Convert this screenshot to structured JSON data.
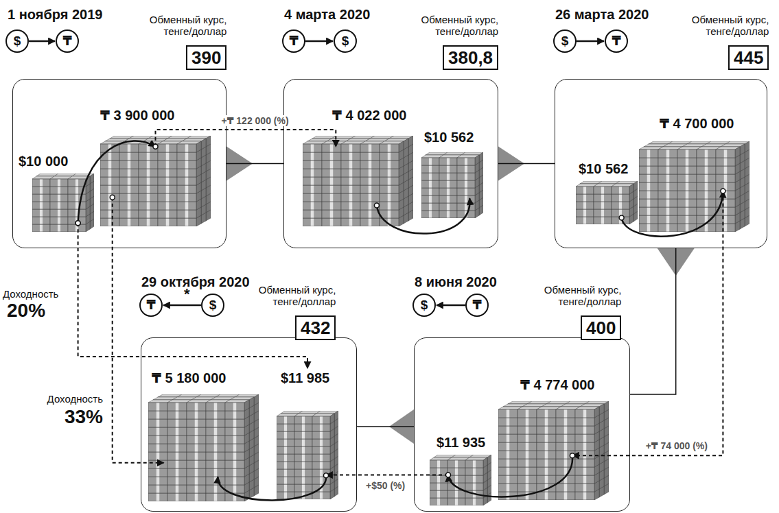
{
  "diagram": {
    "nodes": [
      {
        "text": [
          "1 ноября 2019"
        ]
      },
      {
        "text": [
          "$"
        ]
      },
      {
        "text": [
          "₸"
        ]
      },
      {
        "text": [
          "Обменный курс, тенге/доллар",
          "390"
        ]
      },
      {
        "text": [
          "$10 000"
        ],
        "in": 0
      },
      {
        "text": [
          "₸ 3 900 000"
        ],
        "in": 0
      },
      {
        "text": [
          "4 марта 2020"
        ]
      },
      {
        "text": [
          "₸"
        ]
      },
      {
        "text": [
          "$"
        ]
      },
      {
        "text": [
          "Обменный курс, тенге/доллар",
          "380,8"
        ]
      },
      {
        "text": [
          "₸ 4 022 000"
        ],
        "in": 6
      },
      {
        "text": [
          "$10 562"
        ],
        "in": 6
      },
      {
        "text": [
          "26 марта 2020"
        ]
      },
      {
        "text": [
          "$"
        ]
      },
      {
        "text": [
          "₸"
        ]
      },
      {
        "text": [
          "Обменный курс, тенге/доллар",
          "445"
        ]
      },
      {
        "text": [
          "$10 562"
        ],
        "in": 12
      },
      {
        "text": [
          "₸ 4 700 000"
        ],
        "in": 12
      },
      {
        "text": [
          "29 октября 2020"
        ]
      },
      {
        "text": [
          "₸"
        ]
      },
      {
        "text": [
          "$"
        ]
      },
      {
        "text": [
          "Обменный курс, тенге/доллар",
          "432"
        ]
      },
      {
        "text": [
          "₸ 5 180 000"
        ],
        "in": 18
      },
      {
        "text": [
          "$11 985"
        ],
        "in": 18
      },
      {
        "text": [
          "8 июня 2020"
        ]
      },
      {
        "text": [
          "$"
        ]
      },
      {
        "text": [
          "₸"
        ]
      },
      {
        "text": [
          "Обменный курс, тенге/доллар",
          "400"
        ]
      },
      {
        "text": [
          "$11 935"
        ],
        "in": 24
      },
      {
        "text": [
          "₸ 4 774 000"
        ],
        "in": 24
      }
    ],
    "edges": [
      {
        "from": 1,
        "to": 2,
        "arrow": "to"
      },
      {
        "from": 0,
        "to": 6,
        "arrow": "none"
      },
      {
        "from": 4,
        "to": 5,
        "arrow": "to"
      },
      {
        "from": 5,
        "to": 10,
        "arrow": "to",
        "label": "+₸ 122 000 (%)"
      },
      {
        "from": 7,
        "to": 8,
        "arrow": "to"
      },
      {
        "from": 6,
        "to": 12,
        "arrow": "none"
      },
      {
        "from": 10,
        "to": 11,
        "arrow": "to"
      },
      {
        "from": 13,
        "to": 14,
        "arrow": "to"
      },
      {
        "from": 12,
        "to": 24,
        "arrow": "none"
      },
      {
        "from": 16,
        "to": 17,
        "arrow": "to"
      },
      {
        "from": 17,
        "to": 29,
        "arrow": "to",
        "label": "+₸ 74 000 (%)"
      },
      {
        "from": 20,
        "to": 19,
        "arrow": "to"
      },
      {
        "from": 23,
        "to": 22,
        "arrow": "to"
      },
      {
        "from": 26,
        "to": 25,
        "arrow": "to"
      },
      {
        "from": 29,
        "to": 28,
        "arrow": "to"
      },
      {
        "from": 28,
        "to": 23,
        "arrow": "to",
        "label": "+$50 (%)"
      },
      {
        "from": 24,
        "to": 18,
        "arrow": "none"
      },
      {
        "from": 4,
        "to": 23,
        "arrow": "to"
      },
      {
        "from": 5,
        "to": 22,
        "arrow": "to"
      }
    ],
    "labels": [
      "Доходность",
      "20%",
      "*",
      "Доходность",
      "33%"
    ]
  }
}
